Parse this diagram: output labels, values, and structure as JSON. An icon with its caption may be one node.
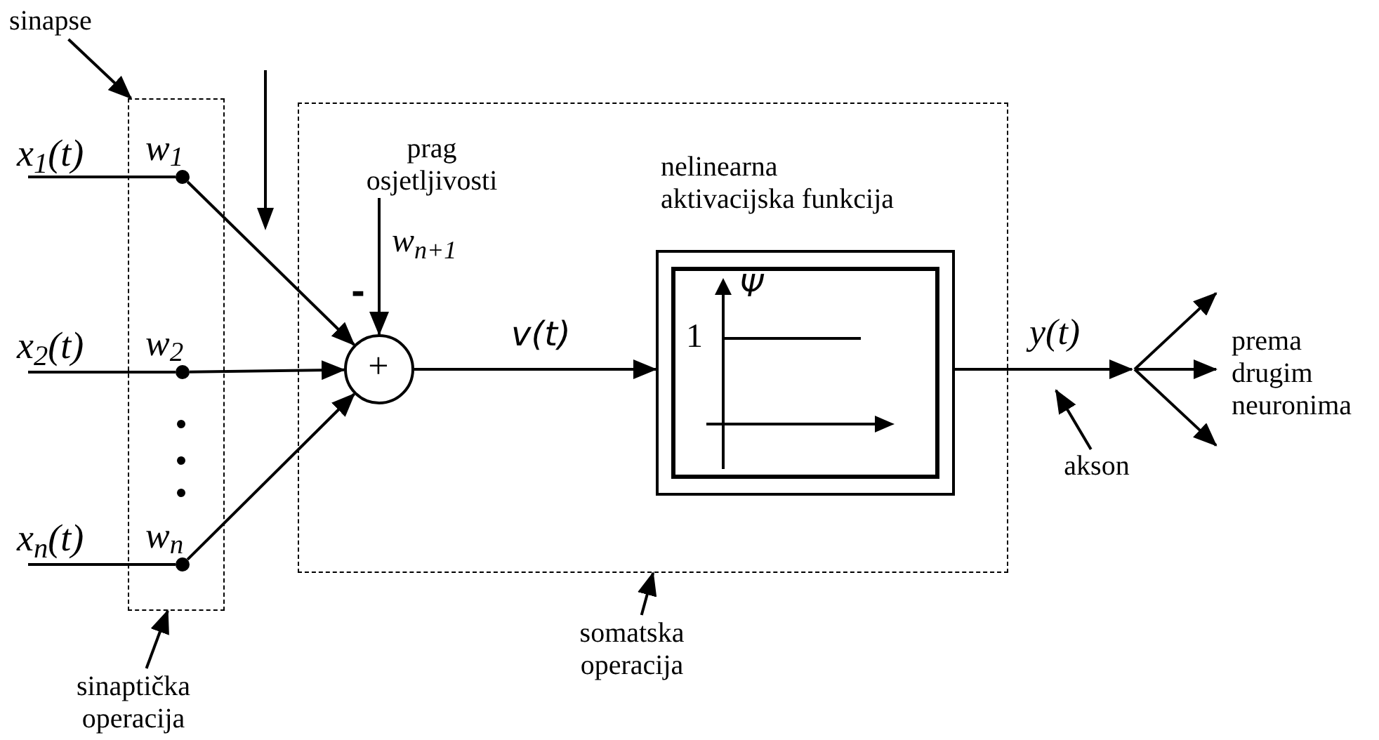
{
  "diagram": {
    "nodes": [
      {
        "text": [],
        "shape": "box"
      },
      {
        "text": [],
        "shape": "box"
      },
      {
        "text": [
          "+"
        ],
        "in": 1
      },
      {
        "text": [
          "nelinearna aktivacijska funkcija",
          "Ψ",
          "1"
        ],
        "in": 1
      },
      {
        "text": [
          "w$_{1}$"
        ],
        "in": 0
      },
      {
        "text": [
          "w$_{2}$"
        ],
        "in": 0
      },
      {
        "text": [
          "w$_{n}$"
        ],
        "in": 0
      },
      {
        "text": [
          "sinapse"
        ]
      },
      {
        "text": [
          "sinaptička operacija"
        ]
      },
      {
        "text": [
          "somatska operacija"
        ]
      },
      {
        "text": [
          "prag osjetljivosti"
        ],
        "in": 1
      },
      {
        "text": [
          "akson"
        ]
      },
      {
        "text": [
          "prema drugim neuronima"
        ]
      }
    ],
    "edges": [
      {
        "from": null,
        "to": 4,
        "arrow": "none",
        "label": "x$_{1}$(t)"
      },
      {
        "from": null,
        "to": 5,
        "arrow": "none",
        "label": "x$_{2}$(t)"
      },
      {
        "from": null,
        "to": 6,
        "arrow": "none",
        "label": "x$_{n}$(t)"
      },
      {
        "from": 4,
        "to": 2,
        "arrow": "to"
      },
      {
        "from": 5,
        "to": 2,
        "arrow": "to"
      },
      {
        "from": 6,
        "to": 2,
        "arrow": "to"
      },
      {
        "from": 10,
        "to": 2,
        "arrow": "to",
        "label": "w$_{n+1}$"
      },
      {
        "from": 2,
        "to": 3,
        "arrow": "to",
        "label": "v(t)"
      },
      {
        "from": 3,
        "to": null,
        "arrow": "to",
        "label": "y(t)"
      },
      {
        "from": null,
        "to": 12,
        "arrow": "to"
      },
      {
        "from": null,
        "to": 12,
        "arrow": "to"
      },
      {
        "from": null,
        "to": 12,
        "arrow": "to"
      },
      {
        "from": 7,
        "to": 0,
        "arrow": "to"
      },
      {
        "from": 8,
        "to": 0,
        "arrow": "to"
      },
      {
        "from": 9,
        "to": 1,
        "arrow": "to"
      },
      {
        "from": 11,
        "to": null,
        "arrow": "to"
      }
    ],
    "labels": [
      "-"
    ]
  }
}
